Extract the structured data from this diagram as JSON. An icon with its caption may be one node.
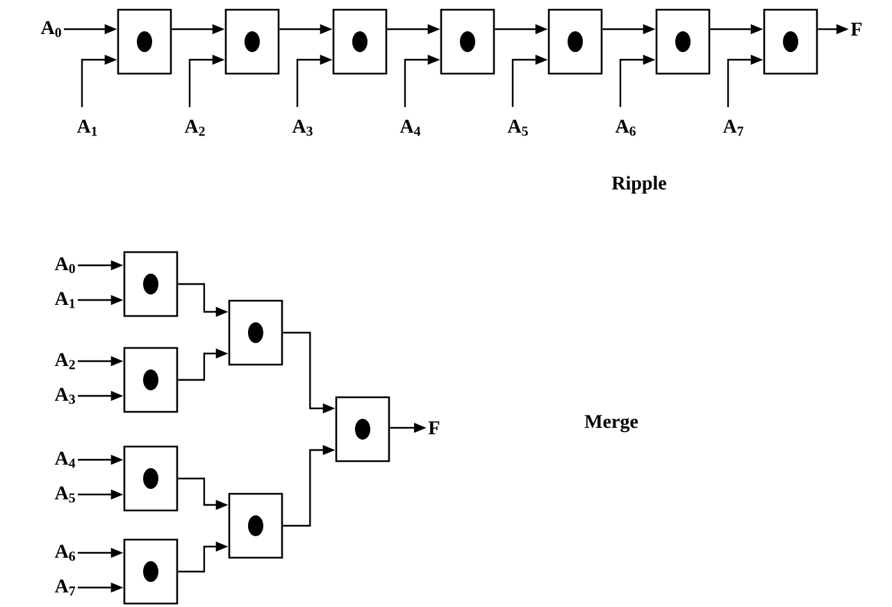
{
  "diagram": {
    "nodes": [
      {
        "text": [
          "A$_{0}$"
        ]
      },
      {
        "text": [],
        "shape": "box"
      },
      {
        "text": [],
        "shape": "box"
      },
      {
        "text": [],
        "shape": "box"
      },
      {
        "text": [],
        "shape": "box"
      },
      {
        "text": [],
        "shape": "box"
      },
      {
        "text": [],
        "shape": "box"
      },
      {
        "text": [],
        "shape": "box"
      },
      {
        "text": [
          "F"
        ]
      },
      {
        "text": [
          "A$_{1}$"
        ]
      },
      {
        "text": [
          "A$_{2}$"
        ]
      },
      {
        "text": [
          "A$_{3}$"
        ]
      },
      {
        "text": [
          "A$_{4}$"
        ]
      },
      {
        "text": [
          "A$_{5}$"
        ]
      },
      {
        "text": [
          "A$_{6}$"
        ]
      },
      {
        "text": [
          "A$_{7}$"
        ]
      },
      {
        "text": [
          "A$_{0}$"
        ]
      },
      {
        "text": [
          "A$_{1}$"
        ]
      },
      {
        "text": [
          "A$_{2}$"
        ]
      },
      {
        "text": [
          "A$_{3}$"
        ]
      },
      {
        "text": [
          "A$_{4}$"
        ]
      },
      {
        "text": [
          "A$_{5}$"
        ]
      },
      {
        "text": [
          "A$_{6}$"
        ]
      },
      {
        "text": [
          "A$_{7}$"
        ]
      },
      {
        "text": [],
        "shape": "box"
      },
      {
        "text": [],
        "shape": "box"
      },
      {
        "text": [],
        "shape": "box"
      },
      {
        "text": [],
        "shape": "box"
      },
      {
        "text": [],
        "shape": "box"
      },
      {
        "text": [],
        "shape": "box"
      },
      {
        "text": [],
        "shape": "box"
      },
      {
        "text": [
          "F"
        ]
      }
    ],
    "edges": [
      {
        "from": 0,
        "to": 1,
        "arrow": "to"
      },
      {
        "from": 9,
        "to": 1,
        "arrow": "to"
      },
      {
        "from": 1,
        "to": 2,
        "arrow": "to"
      },
      {
        "from": 10,
        "to": 2,
        "arrow": "to"
      },
      {
        "from": 2,
        "to": 3,
        "arrow": "to"
      },
      {
        "from": 11,
        "to": 3,
        "arrow": "to"
      },
      {
        "from": 3,
        "to": 4,
        "arrow": "to"
      },
      {
        "from": 12,
        "to": 4,
        "arrow": "to"
      },
      {
        "from": 4,
        "to": 5,
        "arrow": "to"
      },
      {
        "from": 13,
        "to": 5,
        "arrow": "to"
      },
      {
        "from": 5,
        "to": 6,
        "arrow": "to"
      },
      {
        "from": 14,
        "to": 6,
        "arrow": "to"
      },
      {
        "from": 6,
        "to": 7,
        "arrow": "to"
      },
      {
        "from": 15,
        "to": 7,
        "arrow": "to"
      },
      {
        "from": 7,
        "to": 8,
        "arrow": "to"
      },
      {
        "from": 16,
        "to": 24,
        "arrow": "to"
      },
      {
        "from": 17,
        "to": 24,
        "arrow": "to"
      },
      {
        "from": 18,
        "to": 25,
        "arrow": "to"
      },
      {
        "from": 19,
        "to": 25,
        "arrow": "to"
      },
      {
        "from": 20,
        "to": 26,
        "arrow": "to"
      },
      {
        "from": 21,
        "to": 26,
        "arrow": "to"
      },
      {
        "from": 22,
        "to": 27,
        "arrow": "to"
      },
      {
        "from": 23,
        "to": 27,
        "arrow": "to"
      },
      {
        "from": 24,
        "to": 28,
        "arrow": "to"
      },
      {
        "from": 25,
        "to": 28,
        "arrow": "to"
      },
      {
        "from": 26,
        "to": 29,
        "arrow": "to"
      },
      {
        "from": 27,
        "to": 29,
        "arrow": "to"
      },
      {
        "from": 28,
        "to": 30,
        "arrow": "to"
      },
      {
        "from": 29,
        "to": 30,
        "arrow": "to"
      },
      {
        "from": 30,
        "to": 31,
        "arrow": "to"
      }
    ],
    "labels": [
      "Ripple",
      "Merge"
    ]
  }
}
